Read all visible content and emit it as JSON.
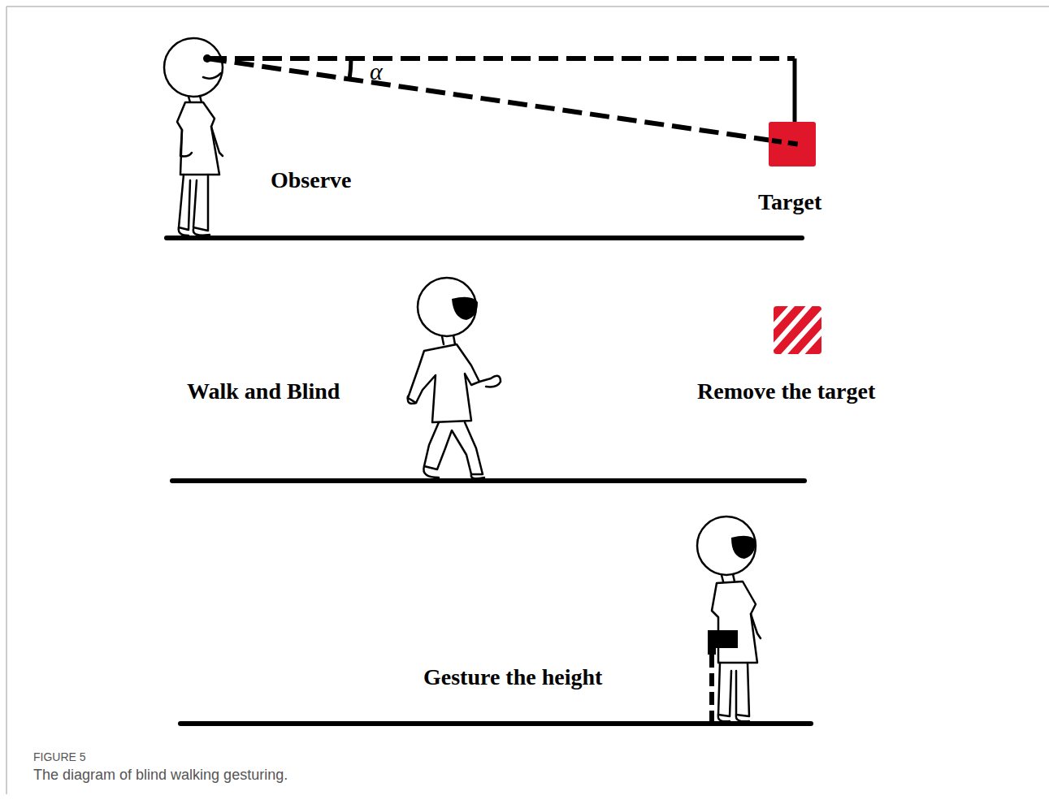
{
  "diagram": {
    "caption": "The diagram of blind walking gesturing.",
    "labels": [
      "Observe",
      "Target",
      "α",
      "Walk and Blind",
      "Remove the target",
      "Gesture the height",
      "FIGURE 5"
    ]
  }
}
